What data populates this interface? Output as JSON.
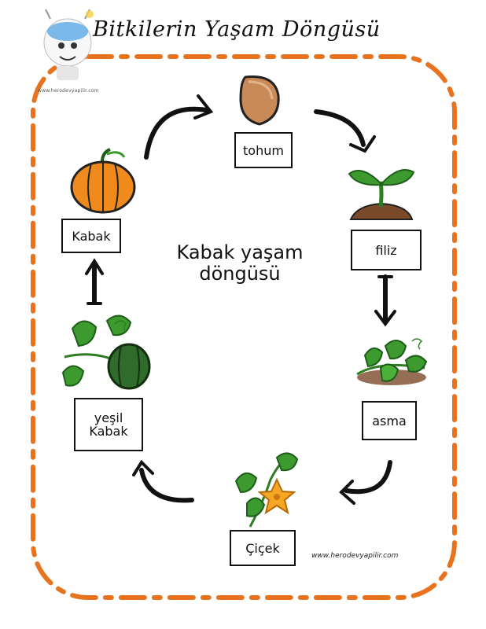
{
  "title": "Bitkilerin Yaşam Döngüsü",
  "center_label": "Kabak yaşam döngüsü",
  "logo_url": "www.herodevyapilir.com",
  "footer_url": "www.herodevyapilir.com",
  "stages": [
    {
      "id": "tohum",
      "label": "tohum"
    },
    {
      "id": "filiz",
      "label": "filiz"
    },
    {
      "id": "asma",
      "label": "asma"
    },
    {
      "id": "cicek",
      "label": "Çiçek"
    },
    {
      "id": "yesil-kabak",
      "label": "yeşil Kabak"
    },
    {
      "id": "kabak",
      "label": "Kabak"
    }
  ],
  "colors": {
    "frame_orange": "#e8731e",
    "pumpkin_orange": "#f08a1c",
    "leaf_green": "#3d9a2e",
    "dark_green": "#1f5e1a",
    "seed_brown": "#c98a5a",
    "soil_brown": "#7a4a2a",
    "flower_yellow": "#f5a623",
    "arrow_black": "#111111"
  }
}
